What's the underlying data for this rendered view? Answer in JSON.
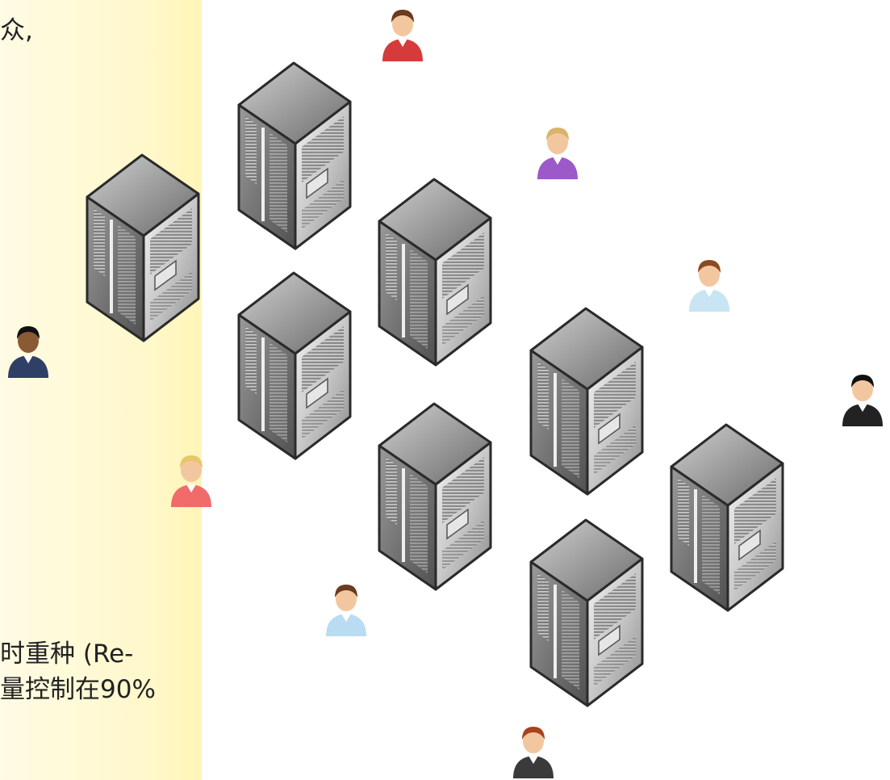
{
  "text_fragments": {
    "top_line": "众,",
    "bottom_line_1": "时重种 (Re-",
    "bottom_line_2": "量控制在90%"
  },
  "servers": [
    {
      "id": "server-1"
    },
    {
      "id": "server-2"
    },
    {
      "id": "server-3"
    },
    {
      "id": "server-4"
    },
    {
      "id": "server-5"
    },
    {
      "id": "server-6"
    },
    {
      "id": "server-7"
    },
    {
      "id": "server-8"
    }
  ],
  "users": [
    {
      "id": "user-1",
      "shirt": "#d63b3b",
      "hair": "#6b3a1f",
      "skin": "#f2c7a0"
    },
    {
      "id": "user-2",
      "shirt": "#9b59c9",
      "hair": "#d9b36a",
      "skin": "#f2c7a0"
    },
    {
      "id": "user-3",
      "shirt": "#c9e4f2",
      "hair": "#8a4a22",
      "skin": "#f2c7a0"
    },
    {
      "id": "user-4",
      "shirt": "#2f3f66",
      "hair": "#111111",
      "skin": "#8a5a35"
    },
    {
      "id": "user-5",
      "shirt": "#222222",
      "hair": "#111111",
      "skin": "#f2c7a0"
    },
    {
      "id": "user-6",
      "shirt": "#f26b6b",
      "hair": "#e8c56b",
      "skin": "#f2c7a0"
    },
    {
      "id": "user-7",
      "shirt": "#b9dcf2",
      "hair": "#6b3a1f",
      "skin": "#f2c7a0"
    },
    {
      "id": "user-8",
      "shirt": "#3a3a3a",
      "hair": "#a8421f",
      "skin": "#f2c7a0"
    }
  ]
}
